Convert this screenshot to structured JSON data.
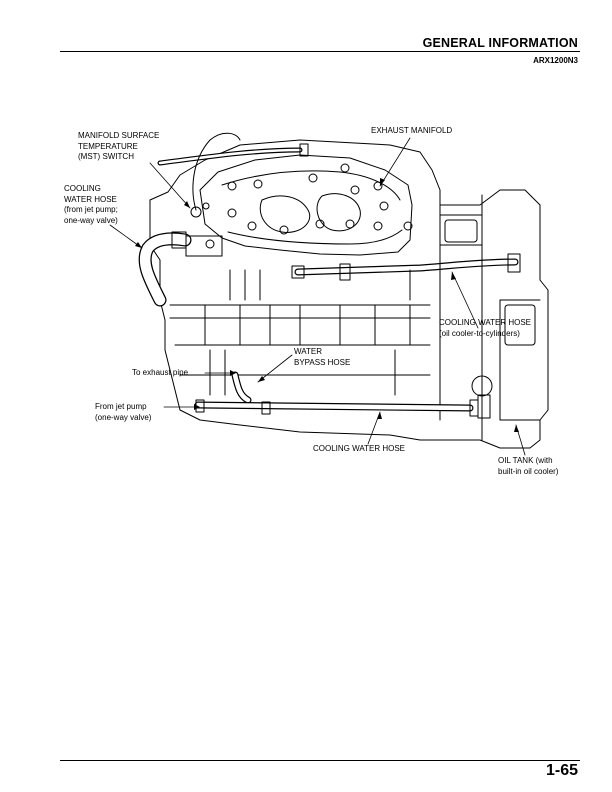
{
  "header": {
    "section_title": "GENERAL INFORMATION",
    "model": "ARX1200N3"
  },
  "figure": {
    "labels": {
      "mst_switch": [
        "MANIFOLD SURFACE",
        "TEMPERATURE",
        "(MST) SWITCH"
      ],
      "exhaust_manifold": "EXHAUST MANIFOLD",
      "cooling_hose_jet": [
        "COOLING",
        "WATER HOSE",
        "(from jet pump;",
        "one-way valve)"
      ],
      "cooling_hose_oil": [
        "COOLING WATER HOSE",
        "(oil cooler-to-cylinders)"
      ],
      "water_bypass": [
        "WATER",
        "BYPASS HOSE"
      ],
      "to_exhaust": "To exhaust pipe",
      "from_jet": [
        "From jet pump",
        "(one-way valve)"
      ],
      "cooling_hose_bottom": "COOLING WATER HOSE",
      "oil_tank": [
        "OIL TANK (with",
        "built-in oil cooler)"
      ]
    }
  },
  "footer": {
    "page_number": "1-65"
  }
}
